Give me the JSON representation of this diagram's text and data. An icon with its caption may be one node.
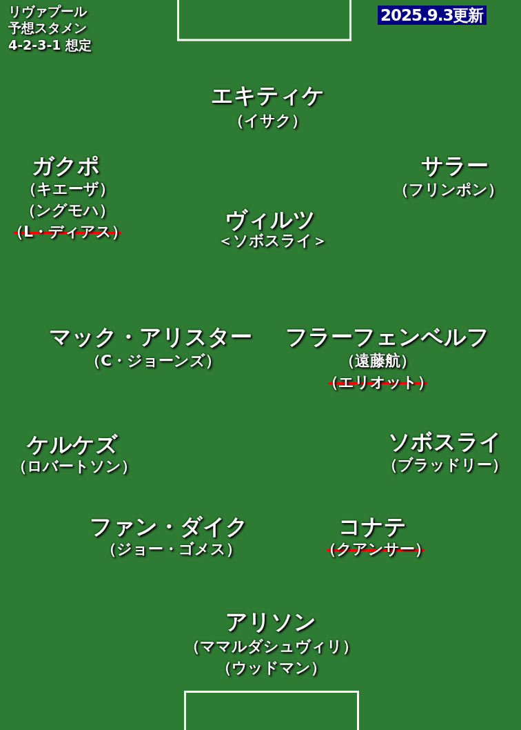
{
  "diagram": {
    "labels": [
      "リヴァプール",
      "予想スタメン",
      "4-2-3-1 想定",
      "2025.9.3更新",
      "エキティケ",
      "（イサク）",
      "ガクポ",
      "（キエーザ）",
      "（ングモハ）",
      "（L・ディアス）",
      "サラー",
      "（フリンポン）",
      "ヴィルツ",
      "＜ソボスライ＞",
      "マック・アリスター",
      "（C・ジョーンズ）",
      "フラーフェンベルフ",
      "（遠藤航）",
      "（エリオット）",
      "ケルケズ",
      "（ロバートソン）",
      "ソボスライ",
      "（ブラッドリー）",
      "ファン・ダイク",
      "（ジョー・ゴメス）",
      "コナテ",
      "（クアンサー）",
      "アリソン",
      "（ママルダシュヴィリ）",
      "（ウッドマン）"
    ]
  }
}
